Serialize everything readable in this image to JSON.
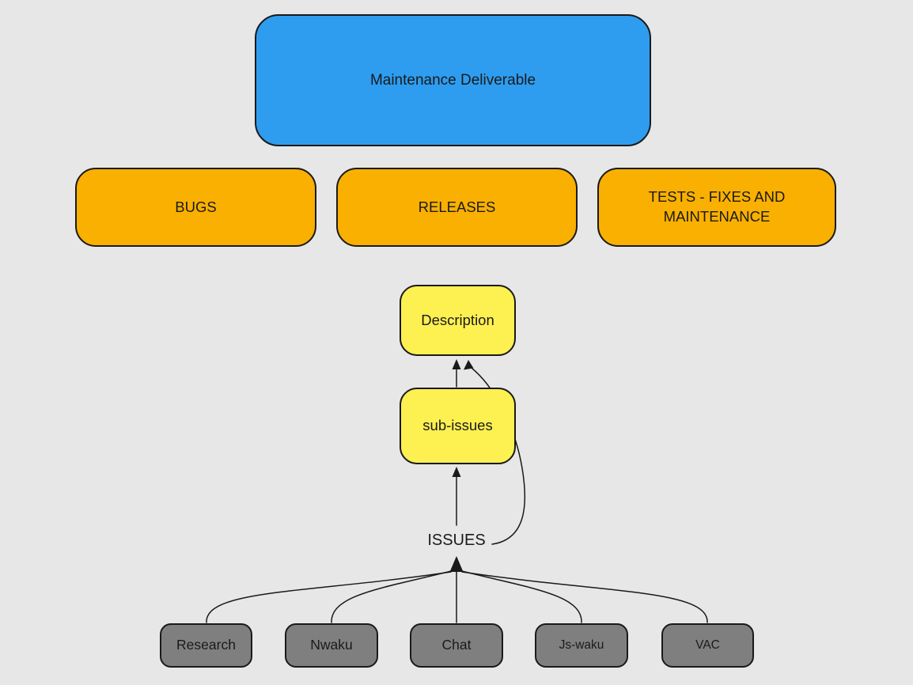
{
  "colors": {
    "background": "#e7e7e7",
    "ink": "#1a1a1a",
    "blue": "#2e9df0",
    "amber": "#f9b000",
    "yellow": "#fdf051",
    "gray": "#7f7f7f"
  },
  "nodes": {
    "maintenance": {
      "label": "Maintenance Deliverable",
      "fill": "#2e9df0"
    },
    "bugs": {
      "label": "BUGS",
      "fill": "#f9b000"
    },
    "releases": {
      "label": "RELEASES",
      "fill": "#f9b000"
    },
    "tests": {
      "label": "TESTS - FIXES AND MAINTENANCE",
      "fill": "#f9b000"
    },
    "description": {
      "label": "Description",
      "fill": "#fdf051"
    },
    "sub_issues": {
      "label": "sub-issues",
      "fill": "#fdf051"
    },
    "issues": {
      "label": "ISSUES"
    },
    "research": {
      "label": "Research",
      "fill": "#7f7f7f"
    },
    "nwaku": {
      "label": "Nwaku",
      "fill": "#7f7f7f"
    },
    "chat": {
      "label": "Chat",
      "fill": "#7f7f7f"
    },
    "js_waku": {
      "label": "Js-waku",
      "fill": "#7f7f7f"
    },
    "vac": {
      "label": "VAC",
      "fill": "#7f7f7f"
    }
  }
}
